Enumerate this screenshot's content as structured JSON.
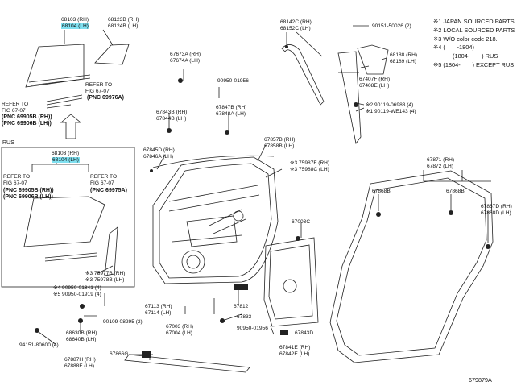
{
  "notes": [
    "※1 JAPAN SOURCED PARTS",
    "※2 LOCAL SOURCED PARTS",
    "※3 W/O color code 218.",
    "※4 (　　-1804)",
    "(1804-　　) RUS",
    "※5 (1804-　　) EXCEPT RUS"
  ],
  "rus_label": "RUS",
  "diagram_id": "679879A",
  "labels": {
    "g1": [
      "68103 (RH)",
      "68104 (LH)",
      "68123B (RH)",
      "68124B (LH)"
    ],
    "refer1": [
      "REFER TO",
      "FIG 67-07"
    ],
    "refer2": [
      "REFER TO",
      "FIG 67-07"
    ],
    "pnc1": [
      "(PNC 69905B (RH))",
      "(PNC 69906B (LH))"
    ],
    "pnc2": [
      "(PNC 69976A)"
    ],
    "rus_part": [
      "68103 (RH)",
      "68104 (LH)"
    ],
    "refer3": [
      "REFER TO",
      "FIG 67-07"
    ],
    "pnc3": [
      "(PNC 69905B (RH))",
      "(PNC 69906B (LH))"
    ],
    "refer4": [
      "REFER TO",
      "FIG 67-07"
    ],
    "pnc4": [
      "(PNC 69975A)"
    ],
    "p67673": [
      "67673A (RH)",
      "67674A (LH)"
    ],
    "p90950a": [
      "90950-01956"
    ],
    "p67843": [
      "67843B (RH)",
      "67844B (LH)"
    ],
    "p67847": [
      "67847B (RH)",
      "67848A (LH)"
    ],
    "p67845": [
      "67845D (RH)",
      "67846A (LH)"
    ],
    "p67857": [
      "67857B (RH)",
      "67858B (LH)"
    ],
    "p75987": [
      "※3 75987F (RH)",
      "※3 75988C (LH)"
    ],
    "p68142": [
      "68142C (RH)",
      "68152C (LH)"
    ],
    "p90151": [
      "90151-50026 (2)"
    ],
    "p68188": [
      "68188 (RH)",
      "68189 (LH)"
    ],
    "p67407": [
      "67407F (RH)",
      "67408E (LH)"
    ],
    "p90119": [
      "※2 90119-06983 (4)",
      "※1 90119-WE143 (4)"
    ],
    "p67871": [
      "67871 (RH)",
      "67872 (LH)"
    ],
    "p67868a": [
      "67868B"
    ],
    "p67868b": [
      "67868B"
    ],
    "p67867": [
      "67867D (RH)",
      "67868D (LH)"
    ],
    "p67003c": [
      "67003C"
    ],
    "p75977": [
      "※3 75977B (RH)",
      "※3 75978B (LH)"
    ],
    "p90950b": [
      "※4 90950-01841 (4)",
      "※5 90950-01919 (4)"
    ],
    "p90109": [
      "90109-08295 (2)"
    ],
    "p68630": [
      "68630B (RH)",
      "68640B (LH)"
    ],
    "p94151": [
      "94151-80600 (4)"
    ],
    "p67113": [
      "67113 (RH)",
      "67114 (LH)"
    ],
    "p67003": [
      "67003 (RH)",
      "67004 (LH)"
    ],
    "p67812": [
      "67812"
    ],
    "p67833": [
      "67833"
    ],
    "p90950c": [
      "90950-01956"
    ],
    "p67843d": [
      "67843D"
    ],
    "p67841e": [
      "67841E (RH)",
      "67842E (LH)"
    ],
    "p67866g": [
      "67866G"
    ],
    "p67887": [
      "67887H (RH)",
      "67888F (LH)"
    ]
  }
}
